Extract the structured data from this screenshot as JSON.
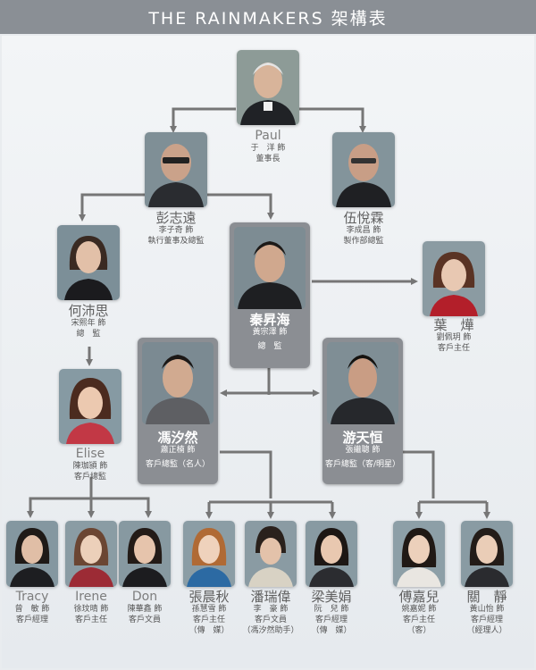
{
  "header": {
    "title": "THE RAINMAKERS 架構表"
  },
  "colors": {
    "banner": "#8a8f95",
    "line": "#7a7a7a",
    "box": "#8b8e93"
  },
  "people": {
    "paul": {
      "name": "Paul",
      "actor": "于　洋 飾",
      "role": "董事長"
    },
    "peng": {
      "name": "彭志遠",
      "actor": "李子奇 飾",
      "role": "執行董事及總監"
    },
    "ng": {
      "name": "伍悅霖",
      "actor": "李成昌 飾",
      "role": "製作部總監"
    },
    "ho": {
      "name": "何沛思",
      "actor": "宋熙年 飾",
      "role": "總　監"
    },
    "chun": {
      "name": "秦昇海",
      "actor": "黃宗澤 飾",
      "role": "總　監"
    },
    "yip": {
      "name": "葉　燁",
      "actor": "劉佩玥 飾",
      "role": "客戶主任"
    },
    "elise": {
      "name": "Elise",
      "actor": "陳珈頴 飾",
      "role": "客戶總監"
    },
    "fung": {
      "name": "馮汐然",
      "actor": "蕭正楠 飾",
      "role": "客戶總監（名人）"
    },
    "yau": {
      "name": "游天恒",
      "actor": "張繼聰 飾",
      "role": "客戶總監（客/明星）"
    },
    "tracy": {
      "name": "Tracy",
      "actor": "曾　敏 飾",
      "role": "客戶經理"
    },
    "irene": {
      "name": "Irene",
      "actor": "徐玟晴 飾",
      "role": "客戶主任"
    },
    "don": {
      "name": "Don",
      "actor": "陳華鑫 飾",
      "role": "客戶文員"
    },
    "cheung": {
      "name": "張晨秋",
      "actor": "孫慧雪 飾",
      "role": "客戶主任",
      "note": "（傳　媒）"
    },
    "poon": {
      "name": "潘瑞偉",
      "actor": "李　豪 飾",
      "role": "客戶文員",
      "note": "（馮汐然助手）"
    },
    "leung": {
      "name": "梁美娟",
      "actor": "阮　兒 飾",
      "role": "客戶經理",
      "note": "（傳　媒）"
    },
    "foo": {
      "name": "傅嘉兒",
      "actor": "姚嘉妮 飾",
      "role": "客戶主任",
      "note": "（客）"
    },
    "kwan": {
      "name": "關　靜",
      "actor": "黃山怡 飾",
      "role": "客戶經理",
      "note": "（經理人）"
    }
  }
}
